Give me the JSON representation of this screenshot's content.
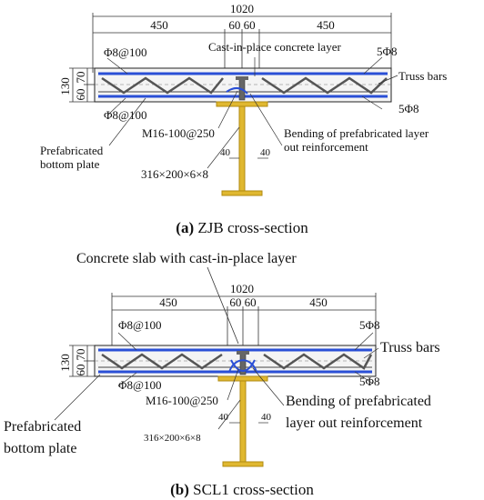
{
  "panel_a": {
    "dims": {
      "total": "1020",
      "left": "450",
      "center": "60 60",
      "right": "450",
      "h130": "130",
      "h60": "60",
      "h70": "70",
      "flange_gap1": "40",
      "flange_gap2": "40"
    },
    "labels": {
      "rebar_top": "Φ8@100",
      "rebar_bottom": "Φ8@100",
      "cast_layer": "Cast-in-place concrete layer",
      "rebar_5_top": "5Φ8",
      "rebar_5_bottom": "5Φ8",
      "truss": "Truss bars",
      "bolt": "M16-100@250",
      "bending_1": "Bending of prefabricated layer",
      "bending_2": "out reinforcement",
      "prefab_1": "Prefabricated",
      "prefab_2": "bottom plate",
      "steel": "316×200×6×8"
    },
    "caption_letter": "(a)",
    "caption_text": " ZJB cross-section"
  },
  "panel_b": {
    "title": "Concrete slab with cast-in-place layer",
    "dims": {
      "total": "1020",
      "left": "450",
      "center": "60 60",
      "right": "450",
      "h130": "130",
      "h60": "60",
      "h70": "70",
      "flange_gap1": "40",
      "flange_gap2": "40"
    },
    "labels": {
      "rebar_top": "Φ8@100",
      "rebar_bottom": "Φ8@100",
      "rebar_5_top": "5Φ8",
      "rebar_5_bottom": "5Φ8",
      "truss": "Truss bars",
      "bolt": "M16-100@250",
      "bending_1": "Bending of prefabricated",
      "bending_2": "layer out reinforcement",
      "prefab_1": "Prefabricated",
      "prefab_2": "bottom plate",
      "steel": "316×200×6×8"
    },
    "caption_letter": "(b)",
    "caption_text": " SCL1 cross-section"
  },
  "colors": {
    "rebar_blue": "#2a4fd6",
    "steel_gold": "#e0b830",
    "steel_stroke": "#b08a10",
    "slab_fill": "#f4f4f4",
    "truss_gray": "#555555"
  }
}
